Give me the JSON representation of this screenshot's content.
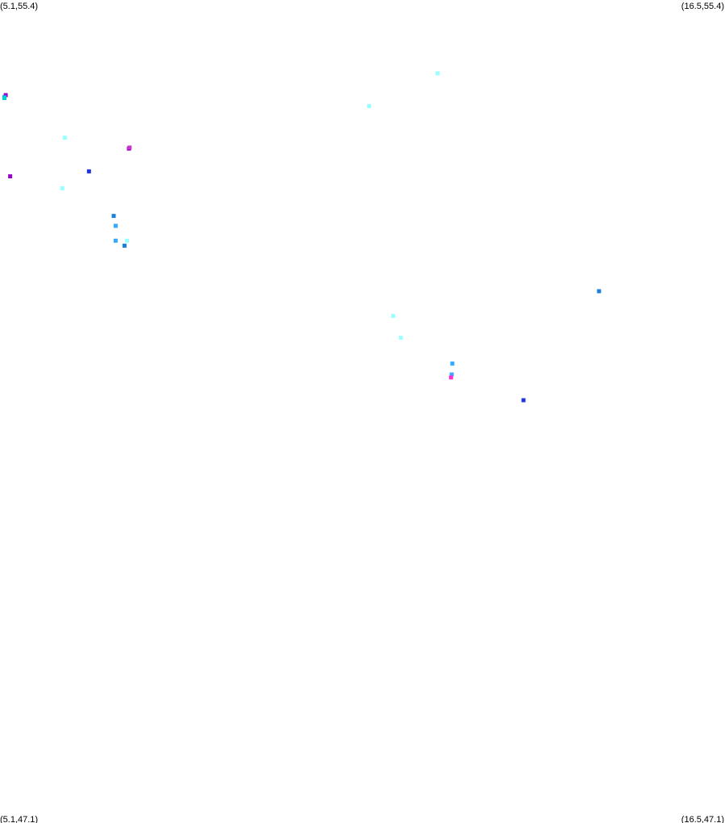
{
  "chart_data": {
    "type": "scatter",
    "title": "",
    "xlabel": "",
    "ylabel": "",
    "xlim": [
      5.1,
      16.5
    ],
    "ylim": [
      47.1,
      55.4
    ],
    "grid": false,
    "corner_labels": {
      "top_left": "(5.1,55.4)",
      "top_right": "(16.5,55.4)",
      "bottom_left": "(5.1,47.1)",
      "bottom_right": "(16.5,47.1)"
    },
    "points": [
      {
        "x": 5.19,
        "y": 54.44,
        "color": "#9900cc"
      },
      {
        "x": 5.17,
        "y": 54.42,
        "color": "#1e90ff"
      },
      {
        "x": 5.17,
        "y": 54.41,
        "color": "#00cfcf"
      },
      {
        "x": 5.26,
        "y": 53.62,
        "color": "#9900cc"
      },
      {
        "x": 6.12,
        "y": 54.01,
        "color": "#99ffff"
      },
      {
        "x": 6.08,
        "y": 53.5,
        "color": "#99ffff"
      },
      {
        "x": 6.5,
        "y": 53.67,
        "color": "#2233dd"
      },
      {
        "x": 7.13,
        "y": 53.9,
        "color": "#9900cc"
      },
      {
        "x": 7.14,
        "y": 53.91,
        "color": "#cc33cc"
      },
      {
        "x": 6.89,
        "y": 53.22,
        "color": "#1e80dd"
      },
      {
        "x": 6.92,
        "y": 53.12,
        "color": "#33aaff"
      },
      {
        "x": 6.92,
        "y": 52.97,
        "color": "#33aaff"
      },
      {
        "x": 7.1,
        "y": 52.97,
        "color": "#99ffff"
      },
      {
        "x": 7.06,
        "y": 52.92,
        "color": "#1e80dd"
      },
      {
        "x": 11.99,
        "y": 54.66,
        "color": "#99ffff"
      },
      {
        "x": 10.91,
        "y": 54.33,
        "color": "#99ffff"
      },
      {
        "x": 14.53,
        "y": 52.46,
        "color": "#1e80dd"
      },
      {
        "x": 11.29,
        "y": 52.21,
        "color": "#99ffff"
      },
      {
        "x": 11.41,
        "y": 51.99,
        "color": "#99ffff"
      },
      {
        "x": 12.22,
        "y": 51.73,
        "color": "#33aaff"
      },
      {
        "x": 12.21,
        "y": 51.62,
        "color": "#33aaff"
      },
      {
        "x": 12.2,
        "y": 51.59,
        "color": "#ff33cc"
      },
      {
        "x": 13.34,
        "y": 51.36,
        "color": "#2233dd"
      }
    ]
  }
}
